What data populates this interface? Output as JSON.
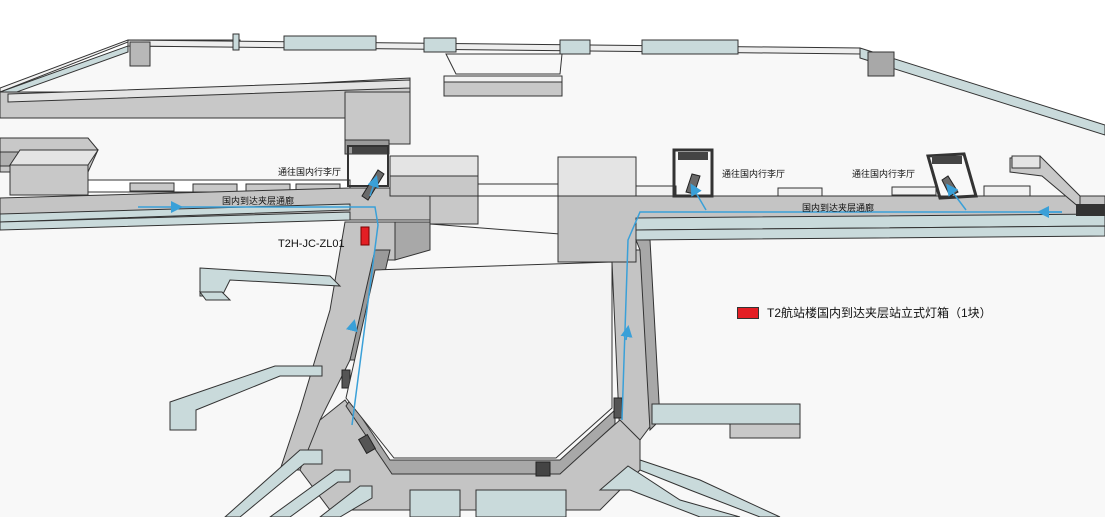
{
  "colors": {
    "wall_top": "#f2f2f2",
    "wall_face": "#c8c8c8",
    "wall_dark": "#9a9a9a",
    "corridor": "#c4c4c4",
    "corridor_dark": "#a8a8a8",
    "glass": "#c9dadb",
    "glass_edge": "#2a2a2a",
    "flow_arrow": "#3aa0d8",
    "lightbox": "#e31e24",
    "floor": "#f8f8f8"
  },
  "labels": {
    "to_domestic_hall_left": "通往国内行李厅",
    "to_domestic_hall_mid": "通往国内行李厅",
    "to_domestic_hall_right": "通往国内行李厅",
    "corridor_left": "国内到达夹层通廊",
    "corridor_right": "国内到达夹层通廊",
    "lightbox_code": "T2H-JC-ZL01"
  },
  "legend": {
    "text": "T2航站楼国内到达夹层站立式灯箱（1块）",
    "color": "#e31e24"
  },
  "markers": [
    {
      "code": "T2H-JC-ZL01",
      "type": "lightbox"
    }
  ],
  "icons": {
    "flow": "flow-arrow-icon",
    "escalator": "escalator-icon",
    "lightbox": "lightbox-marker-icon"
  }
}
